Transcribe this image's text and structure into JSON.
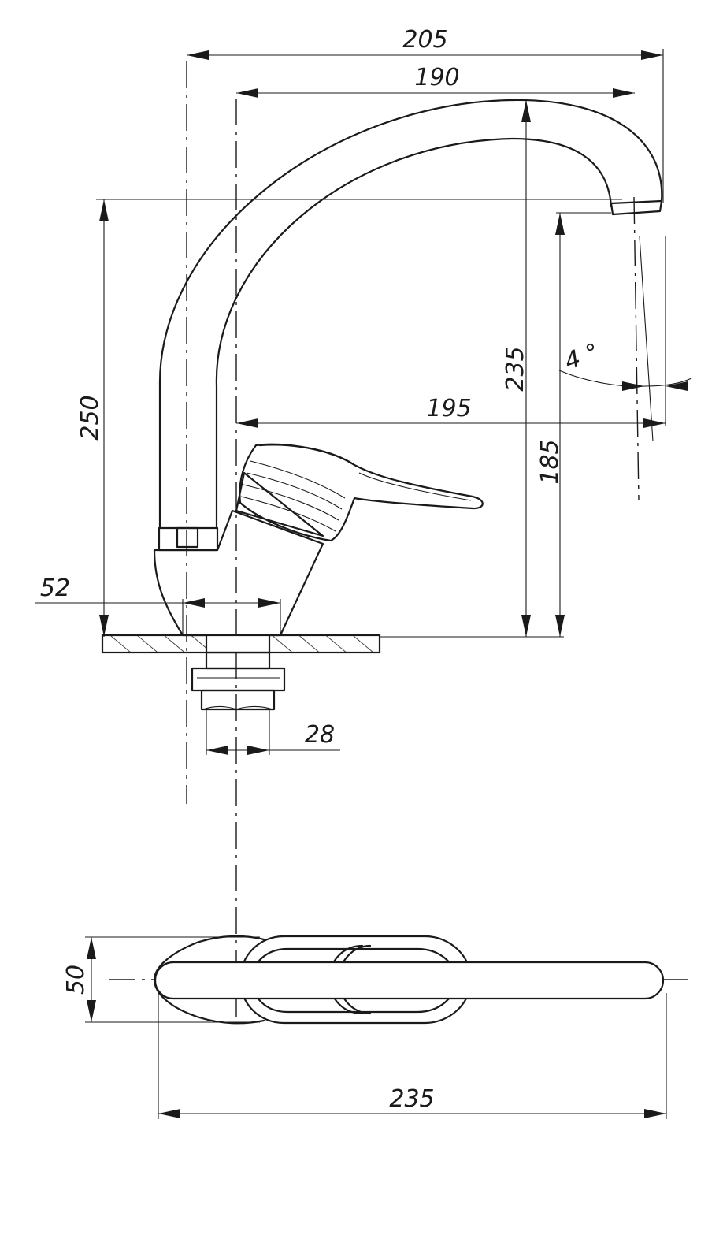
{
  "dimensions": {
    "overall_width": "205",
    "spout_reach": "190",
    "total_height": "250",
    "spout_height": "235",
    "outlet_height": "185",
    "spout_length": "195",
    "angle": "4 °",
    "base_diameter": "52",
    "thread_diameter": "28",
    "top_depth": "50",
    "top_length": "235"
  },
  "colors": {
    "line": "#1a1a1a",
    "background": "#ffffff"
  }
}
